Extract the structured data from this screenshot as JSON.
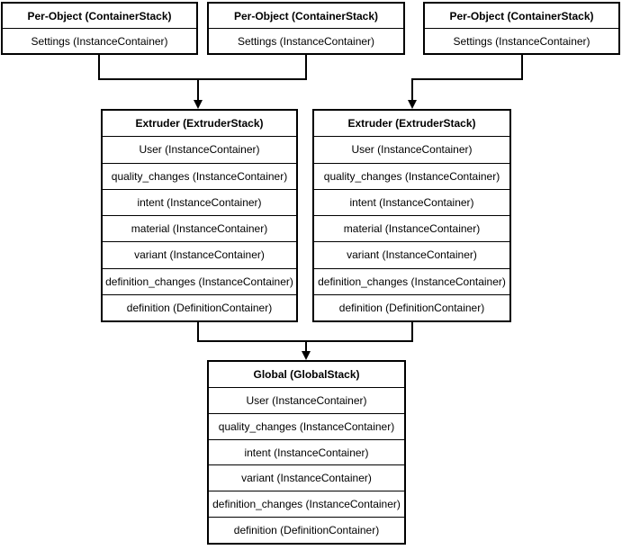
{
  "stacks": {
    "per_object": [
      {
        "header": "Per-Object (ContainerStack)",
        "rows": [
          "Settings (InstanceContainer)"
        ]
      },
      {
        "header": "Per-Object (ContainerStack)",
        "rows": [
          "Settings (InstanceContainer)"
        ]
      },
      {
        "header": "Per-Object (ContainerStack)",
        "rows": [
          "Settings (InstanceContainer)"
        ]
      }
    ],
    "extruder": [
      {
        "header": "Extruder (ExtruderStack)",
        "rows": [
          "User (InstanceContainer)",
          "quality_changes (InstanceContainer)",
          "intent (InstanceContainer)",
          "material (InstanceContainer)",
          "variant (InstanceContainer)",
          "definition_changes (InstanceContainer)",
          "definition (DefinitionContainer)"
        ]
      },
      {
        "header": "Extruder (ExtruderStack)",
        "rows": [
          "User (InstanceContainer)",
          "quality_changes (InstanceContainer)",
          "intent (InstanceContainer)",
          "material (InstanceContainer)",
          "variant (InstanceContainer)",
          "definition_changes (InstanceContainer)",
          "definition (DefinitionContainer)"
        ]
      }
    ],
    "global": {
      "header": "Global (GlobalStack)",
      "rows": [
        "User (InstanceContainer)",
        "quality_changes (InstanceContainer)",
        "intent (InstanceContainer)",
        "variant (InstanceContainer)",
        "definition_changes (InstanceContainer)",
        "definition (DefinitionContainer)"
      ]
    }
  },
  "colors": {
    "line": "#000000",
    "background": "#ffffff",
    "text": "#000000"
  }
}
